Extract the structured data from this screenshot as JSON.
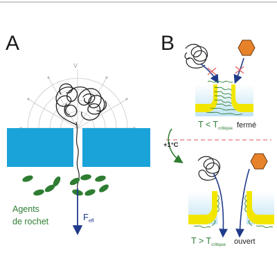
{
  "panel_a": {
    "letter": "A",
    "label_line1": "Agents",
    "label_line2": "de rochet",
    "force_label": "F",
    "force_sub": "eff"
  },
  "panel_b": {
    "letter": "B",
    "shift_label": "+1°C",
    "closed_temp_main": "T < T",
    "closed_temp_sub": "critique",
    "closed_state": "fermé",
    "open_temp_main": "T > T",
    "open_temp_sub": "critique",
    "open_state": "ouvert"
  },
  "colors": {
    "membrane_blue": "#1aa3d8",
    "bead_green": "#2e7d32",
    "arrow_navy": "#1f3a8a",
    "layer_yellow": "#f2e600",
    "hexagon_orange": "#e8822a",
    "cross_red": "#e06060",
    "divider_red": "#e57373"
  }
}
